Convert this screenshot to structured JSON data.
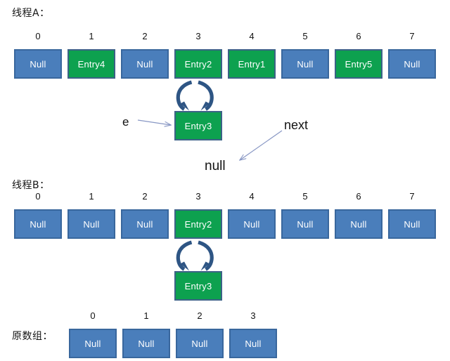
{
  "diagram": {
    "title": "HashMap concurrent resize cycle diagram",
    "colors": {
      "null_cell": "#4a7ebb",
      "null_cell_border": "#39679d",
      "entry_cell": "#0da14f",
      "entry_cell_border": "#3c6287",
      "cycle_arrow": "#2e5584",
      "thin_arrow": "#8897c4",
      "text": "#131313",
      "background": "#ffffff"
    },
    "sections": [
      {
        "id": "thread-a",
        "caption": "线程A：",
        "indices": [
          "0",
          "1",
          "2",
          "3",
          "4",
          "5",
          "6",
          "7"
        ],
        "cells": [
          {
            "label": "Null",
            "kind": "null"
          },
          {
            "label": "Entry4",
            "kind": "entry"
          },
          {
            "label": "Null",
            "kind": "null"
          },
          {
            "label": "Entry2",
            "kind": "entry"
          },
          {
            "label": "Entry1",
            "kind": "entry"
          },
          {
            "label": "Null",
            "kind": "null"
          },
          {
            "label": "Entry5",
            "kind": "entry"
          },
          {
            "label": "Null",
            "kind": "null"
          }
        ],
        "chained_cell": {
          "label": "Entry3",
          "kind": "entry",
          "attached_to_index": 3
        },
        "annotations": [
          {
            "id": "e",
            "text": "e"
          },
          {
            "id": "next",
            "text": "next"
          },
          {
            "id": "null",
            "text": "null"
          }
        ]
      },
      {
        "id": "thread-b",
        "caption": "线程B：",
        "indices": [
          "0",
          "1",
          "2",
          "3",
          "4",
          "5",
          "6",
          "7"
        ],
        "cells": [
          {
            "label": "Null",
            "kind": "null"
          },
          {
            "label": "Null",
            "kind": "null"
          },
          {
            "label": "Null",
            "kind": "null"
          },
          {
            "label": "Entry2",
            "kind": "entry"
          },
          {
            "label": "Null",
            "kind": "null"
          },
          {
            "label": "Null",
            "kind": "null"
          },
          {
            "label": "Null",
            "kind": "null"
          },
          {
            "label": "Null",
            "kind": "null"
          }
        ],
        "chained_cell": {
          "label": "Entry3",
          "kind": "entry",
          "attached_to_index": 3
        },
        "annotations": []
      },
      {
        "id": "original-array",
        "caption": "原数组：",
        "indices": [
          "0",
          "1",
          "2",
          "3"
        ],
        "cells": [
          {
            "label": "Null",
            "kind": "null"
          },
          {
            "label": "Null",
            "kind": "null"
          },
          {
            "label": "Null",
            "kind": "null"
          },
          {
            "label": "Null",
            "kind": "null"
          }
        ],
        "chained_cell": null,
        "annotations": []
      }
    ]
  }
}
